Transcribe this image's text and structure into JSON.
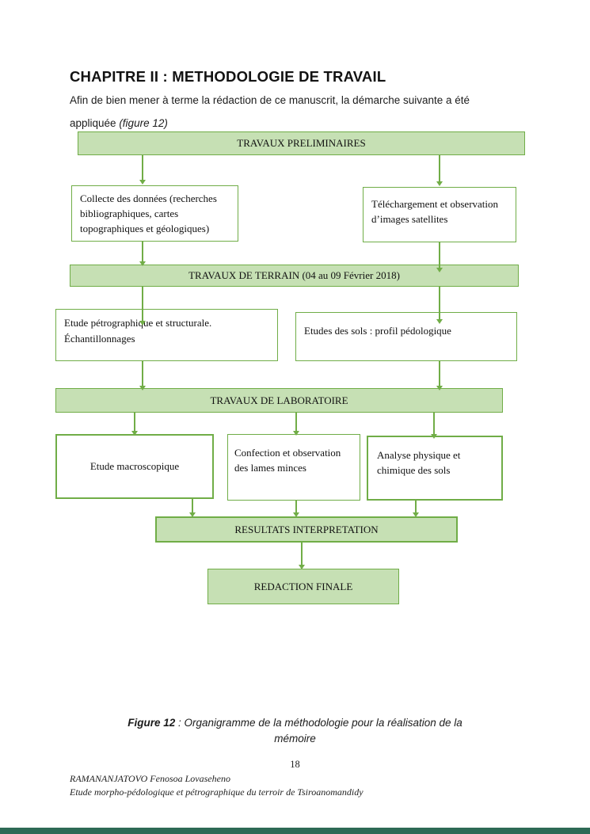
{
  "document": {
    "chapter_title": "CHAPITRE II : METHODOLOGIE DE TRAVAIL",
    "intro_line1": "Afin de bien mener à terme la rédaction de ce manuscrit, la démarche suivante a été",
    "intro_line2": "appliquée ",
    "intro_figure_ref": "(figure 12)"
  },
  "flowchart": {
    "colors": {
      "node_fill": "#c6e0b4",
      "node_border": "#70ad47",
      "arrow": "#71ad47",
      "bottom_bar": "#2d6a55"
    },
    "nodes": {
      "preliminaires": "TRAVAUX PRELIMINAIRES",
      "collecte": "Collecte des données (recherches bibliographiques, cartes topographiques et géologiques)",
      "telechargement": "Téléchargement et observation d’images satellites",
      "terrain": "TRAVAUX DE TERRAIN (04 au 09 Février 2018)",
      "petrographie": "Etude pétrographique et structurale. Échantillonnages",
      "sols": "Etudes des sols : profil pédologique",
      "laboratoire": "TRAVAUX DE LABORATOIRE",
      "macroscopique": "Etude macroscopique",
      "lames_minces": "Confection et observation des lames minces",
      "analyse_sols": "Analyse physique et chimique des sols",
      "resultats": "RESULTATS INTERPRETATION",
      "redaction": "REDACTION FINALE"
    }
  },
  "caption": {
    "label": "Figure 12",
    "line1": " : Organigramme de la méthodologie pour la réalisation de la",
    "line2": "mémoire"
  },
  "footer": {
    "page_number": "18",
    "author": "RAMANANJATOVO Fenosoa Lovaseheno",
    "work_title": "Etude morpho-pédologique et pétrographique du terroir de Tsiroanomandidy"
  }
}
